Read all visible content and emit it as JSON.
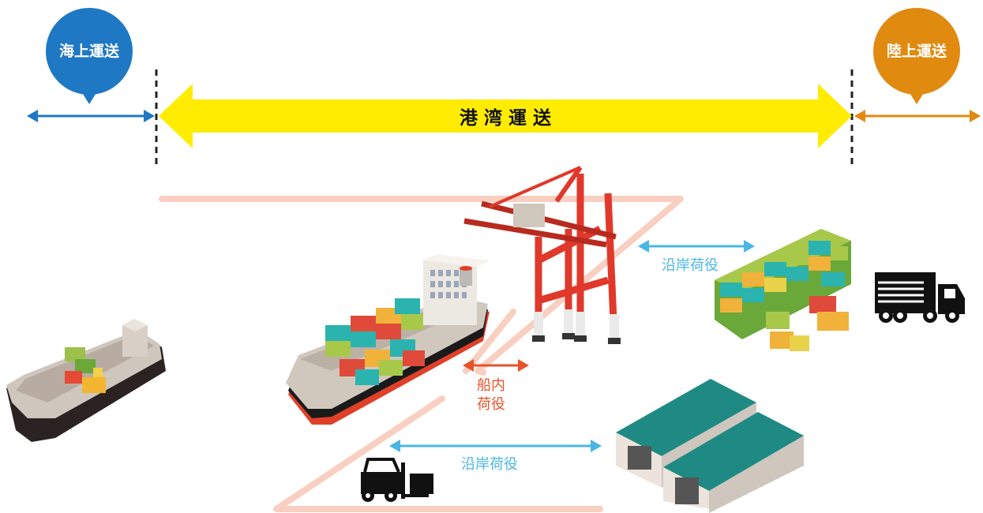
{
  "labels": {
    "sea_transport": "海上運送",
    "land_transport": "陸上運送",
    "port_transport": "港 湾 運 送",
    "coastal_cargo_handling_top": "沿岸荷役",
    "coastal_cargo_handling_bottom": "沿岸荷役",
    "ship_cargo_handling_line1": "船内",
    "ship_cargo_handling_line2": "荷役"
  },
  "colors": {
    "sea_blue": "#1f78c4",
    "land_orange": "#e08a10",
    "port_yellow": "#ffec00",
    "coastal_cyan": "#4ab6e6",
    "ship_red": "#e8532a",
    "zone_pink": "#f8cfc0",
    "warehouse_teal": "#1f8a83",
    "crane_red": "#e0382a"
  },
  "icons": [
    "small-cargo-ship-icon",
    "container-ship-icon",
    "gantry-crane-icon",
    "container-stack-icon",
    "truck-icon",
    "forklift-icon",
    "warehouse-icon"
  ]
}
